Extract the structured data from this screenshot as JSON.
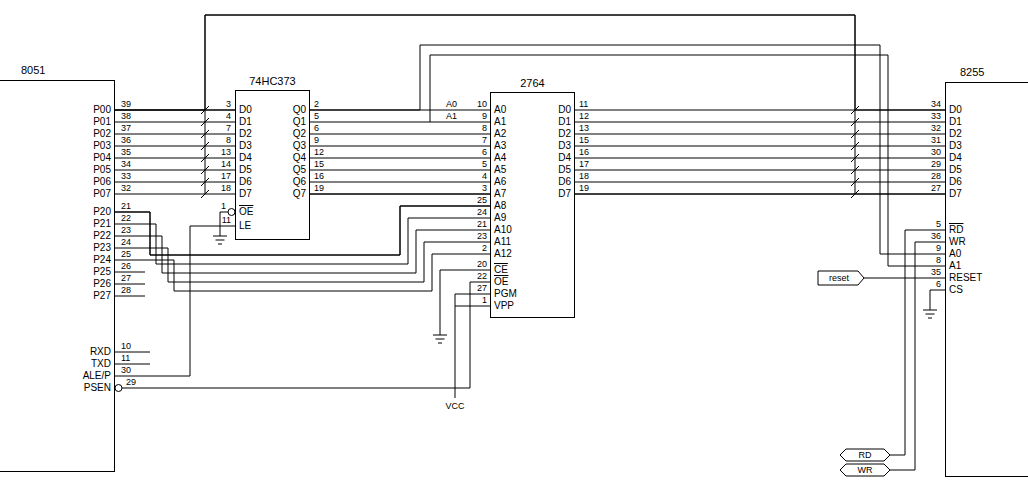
{
  "diagram": {
    "nodes": [
      {
        "text": [
          "8051",
          "P00",
          "P01",
          "P02",
          "P03",
          "P04",
          "P05",
          "P06",
          "P07",
          "P20",
          "P21",
          "P22",
          "P23",
          "P24",
          "P25",
          "P26",
          "P27",
          "RXD",
          "TXD",
          "ALE/P",
          "PSEN"
        ]
      },
      {
        "text": [
          "74HC373",
          "D0",
          "D1",
          "D2",
          "D3",
          "D4",
          "D5",
          "D6",
          "D7",
          "Q0",
          "Q1",
          "Q2",
          "Q3",
          "Q4",
          "Q5",
          "Q6",
          "Q7",
          "OE",
          "LE"
        ]
      },
      {
        "text": [
          "2764",
          "A0",
          "A1",
          "A2",
          "A3",
          "A4",
          "A5",
          "A6",
          "A7",
          "A8",
          "A9",
          "A10",
          "A11",
          "A12",
          "CE",
          "OE",
          "PGM",
          "VPP",
          "D0",
          "D1",
          "D2",
          "D3",
          "D4",
          "D5",
          "D6",
          "D7"
        ]
      },
      {
        "text": [
          "8255",
          "D0",
          "D1",
          "D2",
          "D3",
          "D4",
          "D5",
          "D6",
          "D7",
          "RD",
          "WR",
          "A0",
          "A1",
          "RESET",
          "CS"
        ]
      }
    ],
    "edges": [
      {
        "from": 0,
        "to": 1,
        "arrow": "none"
      },
      {
        "from": 1,
        "to": 2,
        "arrow": "none"
      },
      {
        "from": 0,
        "to": 2,
        "arrow": "none"
      },
      {
        "from": 2,
        "to": 3,
        "arrow": "none"
      },
      {
        "from": 1,
        "to": 3,
        "arrow": "none"
      },
      {
        "from": 0,
        "to": 3,
        "arrow": "none"
      },
      {
        "from": 0,
        "to": 1,
        "arrow": "none"
      },
      {
        "from": 0,
        "to": 2,
        "arrow": "none"
      }
    ],
    "labels": [
      "39",
      "38",
      "37",
      "36",
      "35",
      "34",
      "33",
      "32",
      "21",
      "22",
      "23",
      "24",
      "25",
      "26",
      "27",
      "28",
      "10",
      "11",
      "30",
      "29",
      "3",
      "4",
      "7",
      "8",
      "13",
      "14",
      "17",
      "18",
      "2",
      "5",
      "6",
      "9",
      "12",
      "15",
      "16",
      "19",
      "1",
      "11",
      "10",
      "9",
      "8",
      "7",
      "6",
      "5",
      "4",
      "3",
      "25",
      "24",
      "21",
      "23",
      "2",
      "20",
      "22",
      "27",
      "1",
      "11",
      "12",
      "13",
      "15",
      "16",
      "17",
      "18",
      "19",
      "34",
      "33",
      "32",
      "31",
      "30",
      "29",
      "28",
      "27",
      "5",
      "36",
      "9",
      "8",
      "35",
      "6",
      "A0",
      "A1",
      "reset",
      "VCC",
      "RD",
      "WR"
    ]
  }
}
